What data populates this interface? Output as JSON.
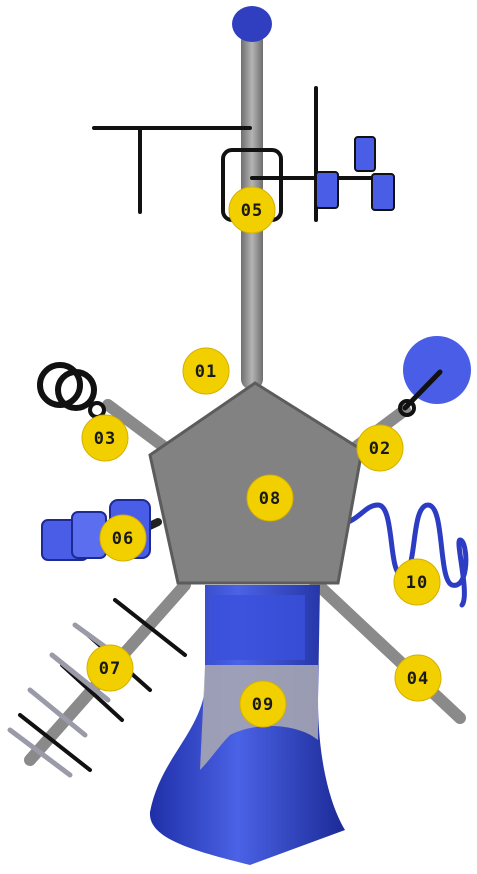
{
  "labels": [
    "01",
    "02",
    "03",
    "04",
    "05",
    "06",
    "07",
    "08",
    "09",
    "10"
  ],
  "colors": {
    "badge": "#f2d000",
    "badge_text": "#1a1a1a",
    "platform": "#808080",
    "pole": "#8a8a8a",
    "blue": "#3047c8",
    "blue_dark": "#1c2c9a",
    "black": "#111111",
    "gray_light": "#a0a0a8"
  }
}
